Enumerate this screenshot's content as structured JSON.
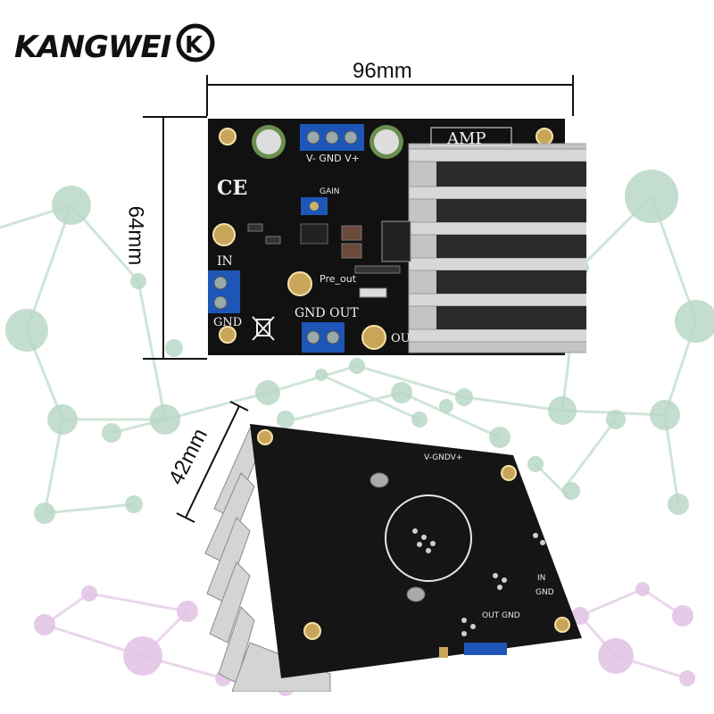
{
  "brand": {
    "name": "KANGWEI",
    "badge": "K"
  },
  "dimensions": {
    "width": "96mm",
    "height": "64mm",
    "depth": "42mm"
  },
  "top_board": {
    "label_amp": "AMP",
    "label_power": "V- GND V+",
    "label_gain": "GAIN",
    "label_ce": "CE",
    "label_in": "IN",
    "label_gnd": "GND",
    "label_gnd_out": "GND OUT",
    "label_pre_out": "Pre_out",
    "label_out": "OU"
  },
  "bottom_board": {
    "label_power": "V-GNDV+",
    "label_in": "IN",
    "label_gnd": "GND",
    "label_out_gnd": "OUT GND"
  },
  "colors": {
    "pcb": "#111111",
    "heatsink": "#d9d9d9",
    "terminal": "#1e56b8",
    "network_green": "#b9d8c6",
    "network_purple": "#e3c6e6"
  }
}
